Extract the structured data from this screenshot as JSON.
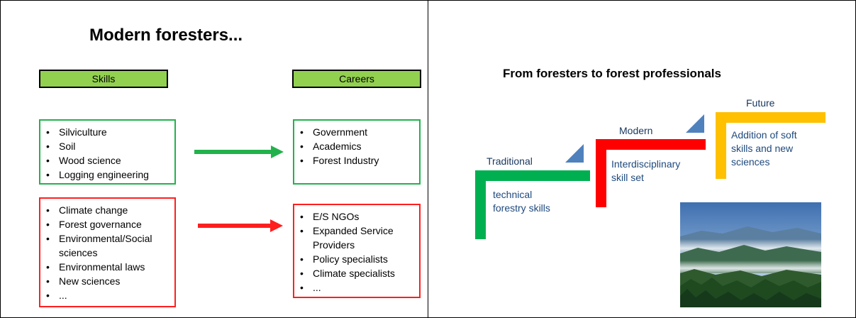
{
  "left": {
    "title": "Modern foresters...",
    "skills_header": "Skills",
    "careers_header": "Careers",
    "traditional_skills": [
      "Silviculture",
      "Soil",
      "Wood science",
      "Logging engineering"
    ],
    "traditional_careers": [
      "Government",
      "Academics",
      "Forest Industry"
    ],
    "modern_skills": [
      "Climate change",
      "Forest governance",
      "Environmental/Social",
      "sciences",
      "Environmental laws",
      "New sciences",
      "..."
    ],
    "modern_careers": [
      "E/S NGOs",
      "Expanded Service",
      "Providers",
      "Policy specialists",
      "Climate specialists",
      "..."
    ]
  },
  "right": {
    "title": "From foresters to forest professionals",
    "steps": [
      {
        "label": "Traditional",
        "desc_line1": "technical",
        "desc_line2": "forestry skills",
        "desc_line3": "",
        "color": "#00b050"
      },
      {
        "label": "Modern",
        "desc_line1": "Interdisciplinary",
        "desc_line2": "skill set",
        "desc_line3": "",
        "color": "#ff0000"
      },
      {
        "label": "Future",
        "desc_line1": "Addition of soft",
        "desc_line2": "skills and new",
        "desc_line3": "sciences",
        "color": "#ffc000"
      }
    ],
    "triangle_color": "#4f81bd"
  }
}
